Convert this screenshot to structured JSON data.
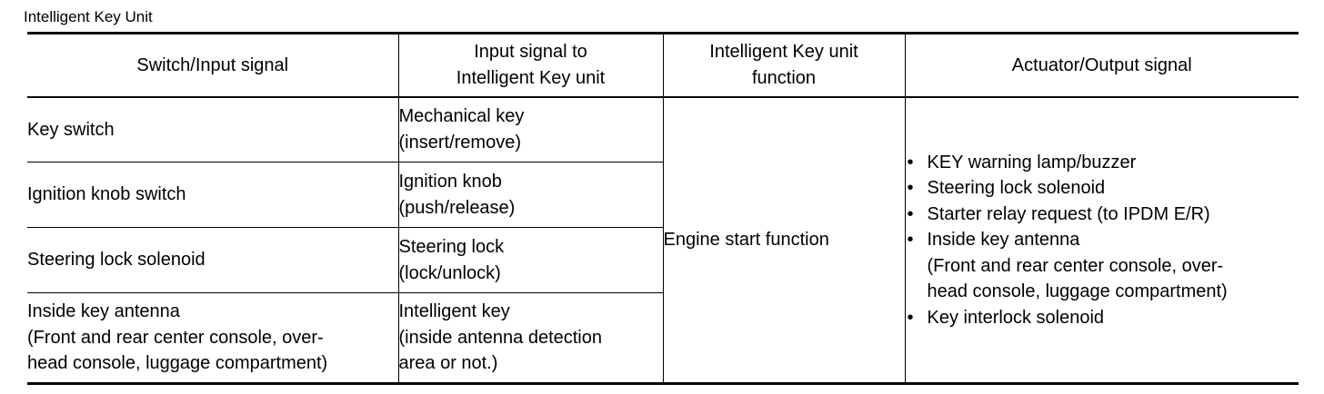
{
  "caption": "Intelligent Key Unit",
  "headers": [
    "Switch/Input signal",
    "Input signal to\nIntelligent Key unit",
    "Intelligent Key unit\nfunction",
    "Actuator/Output signal"
  ],
  "rows": [
    {
      "switch": "Key switch",
      "input": "Mechanical key\n(insert/remove)"
    },
    {
      "switch": "Ignition knob switch",
      "input": "Ignition knob\n(push/release)"
    },
    {
      "switch": "Steering lock solenoid",
      "input": "Steering lock\n(lock/unlock)"
    },
    {
      "switch": "Inside key antenna\n(Front and rear center console, over-\nhead console, luggage compartment)",
      "input": "Intelligent key\n(inside antenna detection\narea or not.)"
    }
  ],
  "function": "Engine start function",
  "bullet_glyph": "•",
  "outputs": [
    "KEY warning lamp/buzzer",
    "Steering lock solenoid",
    "Starter relay request (to IPDM E/R)",
    "Inside key antenna\n(Front and rear center console, over-\nhead console, luggage compartment)",
    "Key interlock solenoid"
  ]
}
